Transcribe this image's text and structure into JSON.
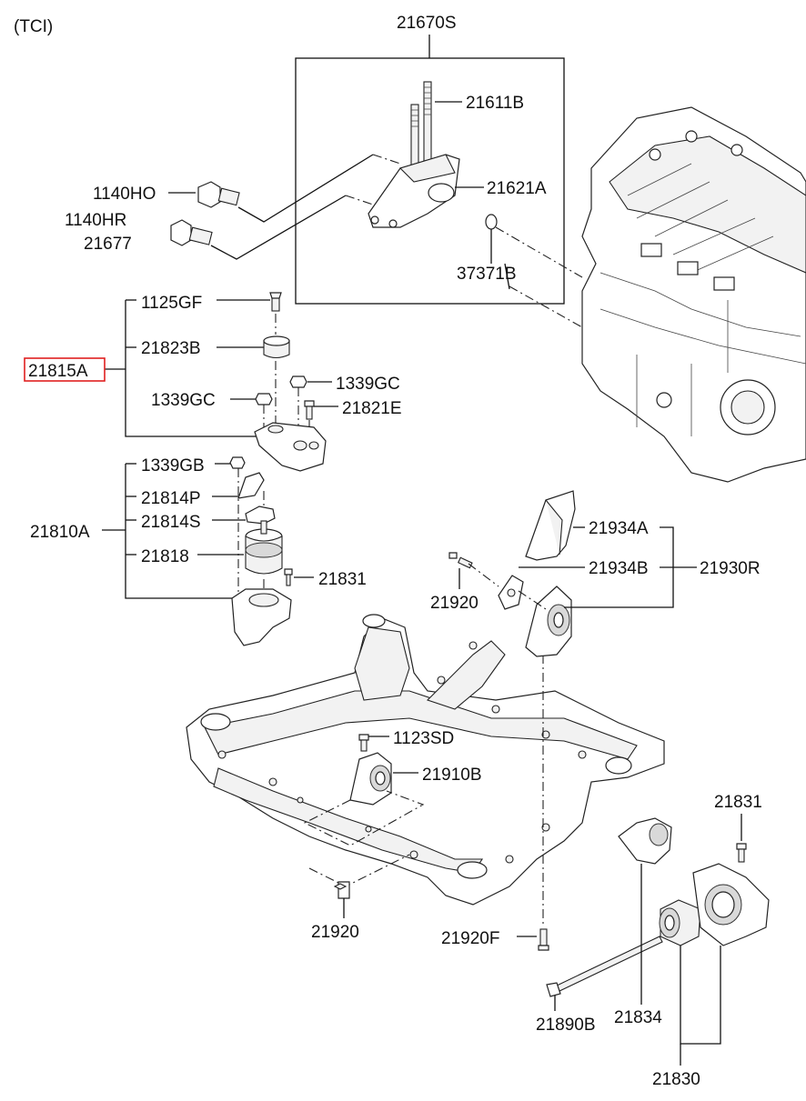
{
  "variant": "(TCI)",
  "labels": {
    "p21670S": "21670S",
    "p21611B": "21611B",
    "p21621A": "21621A",
    "p1140HO": "1140HO",
    "p1140HR": "1140HR",
    "p21677": "21677",
    "p37371B": "37371B",
    "p1125GF": "1125GF",
    "p21823B": "21823B",
    "p21815A": "21815A",
    "p1339GC_a": "1339GC",
    "p1339GC_b": "1339GC",
    "p21821E": "21821E",
    "p1339GB": "1339GB",
    "p21814P": "21814P",
    "p21814S": "21814S",
    "p21810A": "21810A",
    "p21818": "21818",
    "p21831_a": "21831",
    "p21934A": "21934A",
    "p21934B": "21934B",
    "p21930R": "21930R",
    "p21920_a": "21920",
    "p1123SD": "1123SD",
    "p21910B": "21910B",
    "p21831_b": "21831",
    "p21920_b": "21920",
    "p21920F": "21920F",
    "p21890B": "21890B",
    "p21834": "21834",
    "p21830": "21830"
  },
  "highlighted_part": "21815A",
  "colors": {
    "highlight": "#e02020",
    "line": "#111111"
  }
}
